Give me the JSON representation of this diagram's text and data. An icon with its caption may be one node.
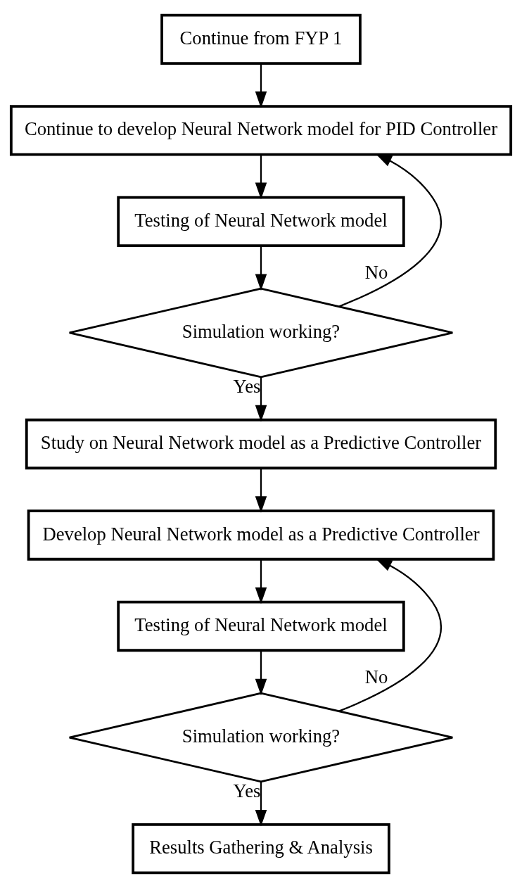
{
  "diagram": {
    "nodes": [
      {
        "text": [
          "Continue from FYP 1"
        ]
      },
      {
        "text": [
          "Continue to develop Neural Network model for PID Controller"
        ]
      },
      {
        "text": [
          "Testing of Neural Network model"
        ]
      },
      {
        "text": [
          "Simulation working?"
        ]
      },
      {
        "text": [
          "Study on Neural Network model as a Predictive Controller"
        ]
      },
      {
        "text": [
          "Develop Neural Network model as a Predictive Controller"
        ]
      },
      {
        "text": [
          "Testing of Neural Network model"
        ]
      },
      {
        "text": [
          "Simulation working?"
        ]
      },
      {
        "text": [
          "Results Gathering & Analysis"
        ]
      }
    ],
    "edges": [
      {
        "from": 0,
        "to": 1,
        "arrow": "to"
      },
      {
        "from": 1,
        "to": 2,
        "arrow": "to"
      },
      {
        "from": 2,
        "to": 3,
        "arrow": "to"
      },
      {
        "from": 3,
        "to": 1,
        "arrow": "to",
        "label": "No"
      },
      {
        "from": 3,
        "to": 4,
        "arrow": "to",
        "label": "Yes"
      },
      {
        "from": 4,
        "to": 5,
        "arrow": "to"
      },
      {
        "from": 5,
        "to": 6,
        "arrow": "to"
      },
      {
        "from": 6,
        "to": 7,
        "arrow": "to"
      },
      {
        "from": 7,
        "to": 5,
        "arrow": "to",
        "label": "No"
      },
      {
        "from": 7,
        "to": 8,
        "arrow": "to",
        "label": "Yes"
      }
    ]
  }
}
